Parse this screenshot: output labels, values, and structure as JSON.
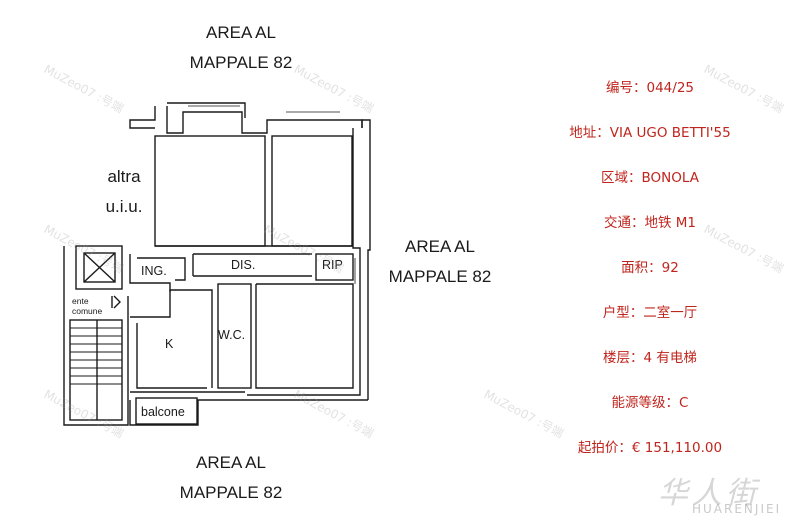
{
  "plan": {
    "top_area": [
      "AREA AL",
      "MAPPALE 82"
    ],
    "right_area": [
      "AREA AL",
      "MAPPALE 82"
    ],
    "bottom_area": [
      "AREA AL",
      "MAPPALE 82"
    ],
    "left_unit": [
      "altra",
      "u.i.u."
    ],
    "rooms": {
      "ing": "ING.",
      "dis": "DIS.",
      "rip": "RIP",
      "k": "K",
      "wc": "W.C.",
      "balcone": "balcone"
    },
    "entrance": [
      "ente",
      "comune"
    ]
  },
  "info": [
    {
      "key": "编号：",
      "value": "044/25"
    },
    {
      "key": "地址：",
      "value": "VIA UGO BETTI'55"
    },
    {
      "key": "区域：",
      "value": "BONOLA"
    },
    {
      "key": "交通：",
      "value": "地铁 M1"
    },
    {
      "key": "面积：",
      "value": "92"
    },
    {
      "key": "户型：",
      "value": "二室一厅"
    },
    {
      "key": "楼层：",
      "value": "4 有电梯"
    },
    {
      "key": "能源等级：",
      "value": "C"
    },
    {
      "key": "起拍价：",
      "value": "€ 151,110.00"
    }
  ],
  "watermark": "MuZeo07 :号端",
  "logo": {
    "text_zh": "华人街",
    "text_en": "HUARENJIEI"
  },
  "colors": {
    "info_text": "#c0251d",
    "walls": "#1a1a1a"
  }
}
